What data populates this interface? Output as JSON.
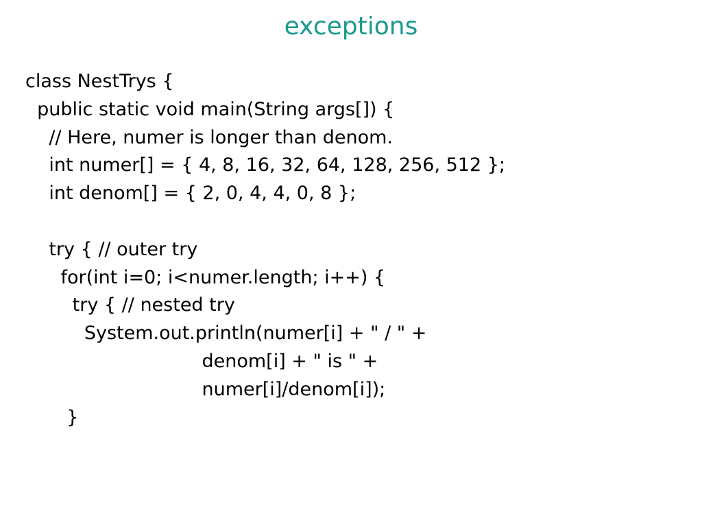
{
  "slide": {
    "title": "exceptions",
    "title_color": "#1a9a8f",
    "code_lines": [
      "class NestTrys {",
      "  public static void main(String args[]) {",
      "    // Here, numer is longer than denom.",
      "    int numer[] = { 4, 8, 16, 32, 64, 128, 256, 512 };",
      "    int denom[] = { 2, 0, 4, 4, 0, 8 };",
      "",
      "    try { // outer try",
      "      for(int i=0; i<numer.length; i++) {",
      "        try { // nested try",
      "          System.out.println(numer[i] + \" / \" +",
      "                              denom[i] + \" is \" +",
      "                              numer[i]/denom[i]);",
      "       }"
    ]
  }
}
